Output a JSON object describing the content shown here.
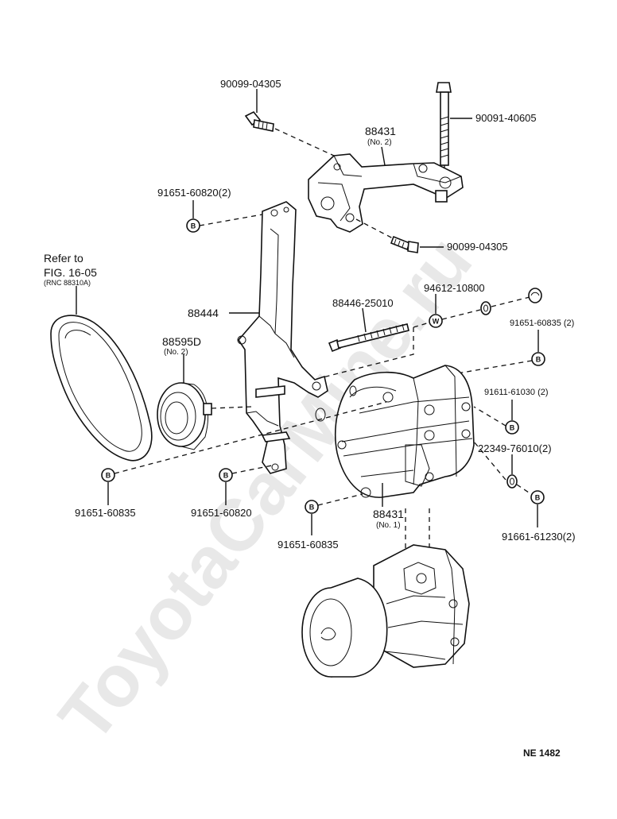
{
  "watermark": "ToyotaCarMine.ru",
  "sheet_code": "NE 1482",
  "reference": {
    "line1": "Refer to",
    "line2": "FIG. 16-05",
    "line3": "(RNC 88310A)"
  },
  "labels": {
    "bolt_top": "90099-04305",
    "long_bolt": "90091-40605",
    "bracket_no2": "88431",
    "bracket_no2_sub": "(No. 2)",
    "bolt_lower": "90099-04305",
    "nut_top_left": "91651-60820(2)",
    "adjusting_bar": "88444",
    "idler_pulley": "88595D",
    "idler_pulley_sub": "(No. 2)",
    "stud_bolt": "88446-25010",
    "washer": "94612-10800",
    "nut_right_top": "91651-60835 (2)",
    "bolt_right": "91611-61030 (2)",
    "spacer": "22349-76010(2)",
    "nut_bottom_left": "91651-60835",
    "nut_bottom_mid": "91651-60820",
    "nut_bottom_center": "91651-60835",
    "bracket_no1": "88431",
    "bracket_no1_sub": "(No. 1)",
    "bolt_bottom_right": "91661-61230(2)"
  },
  "badge_letter": "B",
  "washer_letter": "W"
}
